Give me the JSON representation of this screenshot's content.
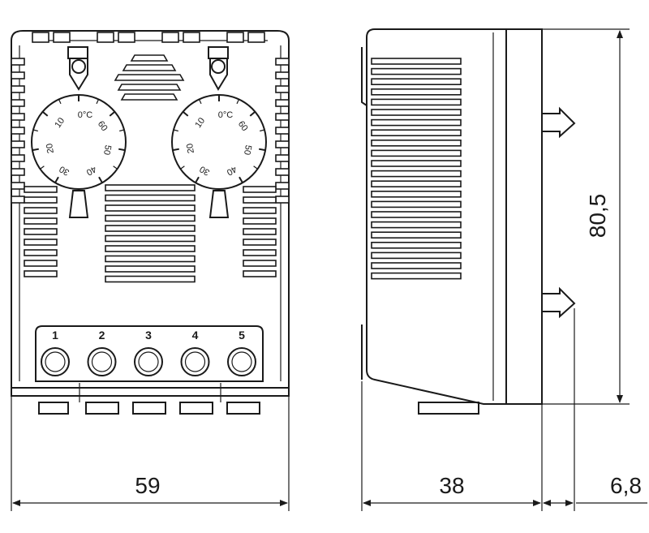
{
  "dimensions": {
    "front_width": "59",
    "side_depth": "38",
    "rail_offset": "6,8",
    "height": "80,5"
  },
  "dials": [
    {
      "labels": [
        "0°C",
        "10",
        "20",
        "30",
        "40",
        "50",
        "60"
      ]
    },
    {
      "labels": [
        "0°C",
        "10",
        "20",
        "30",
        "40",
        "50",
        "60"
      ]
    }
  ],
  "terminals": [
    "1",
    "2",
    "3",
    "4",
    "5"
  ]
}
